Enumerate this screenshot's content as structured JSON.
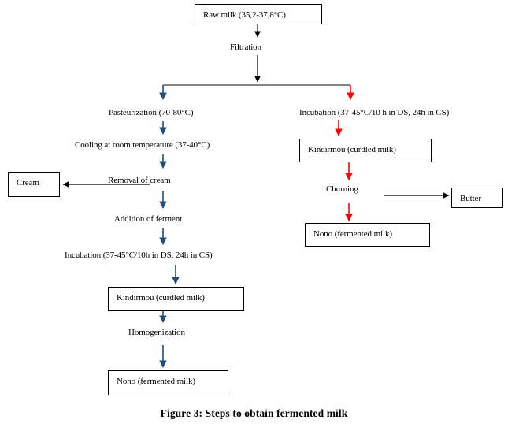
{
  "figure": {
    "caption": "Figure 3: Steps to obtain fermented milk",
    "colors": {
      "black_arrow": "#000000",
      "blue_arrow": "#1F4E79",
      "red_arrow": "#FF0000",
      "box_border": "#000000",
      "background": "#FFFFFF"
    }
  },
  "nodes": {
    "raw_milk": "Raw milk (35,2-37,8°C)",
    "filtration": "Filtration",
    "pasteurization": "Pasteurization (70-80°C)",
    "incubation_right": "Incubation (37-45°C/10 h in DS,  24h in CS)",
    "cooling": "Cooling at room temperature (37-40°C)",
    "removal_of_cream": "Removal of cream",
    "cream": "Cream",
    "kindirmou_right": "Kindirmou (curdled milk)",
    "churning": "Churning",
    "butter": "Butter",
    "nono_right": "Nono (fermented milk)",
    "addition_of_ferment": "Addition of ferment",
    "incubation_left": "Incubation (37-45°C/10h in DS, 24h in CS)",
    "kindirmou_left": "Kindirmou (curdled milk)",
    "homogenization": "Homogenization",
    "nono_left": "Nono (fermented milk)"
  },
  "flow": {
    "left_branch": [
      "pasteurization",
      "cooling",
      "removal_of_cream",
      "addition_of_ferment",
      "incubation_left",
      "kindirmou_left",
      "homogenization",
      "nono_left"
    ],
    "right_branch": [
      "incubation_right",
      "kindirmou_right",
      "churning",
      "nono_right"
    ],
    "side_outputs": [
      "cream",
      "butter"
    ]
  }
}
